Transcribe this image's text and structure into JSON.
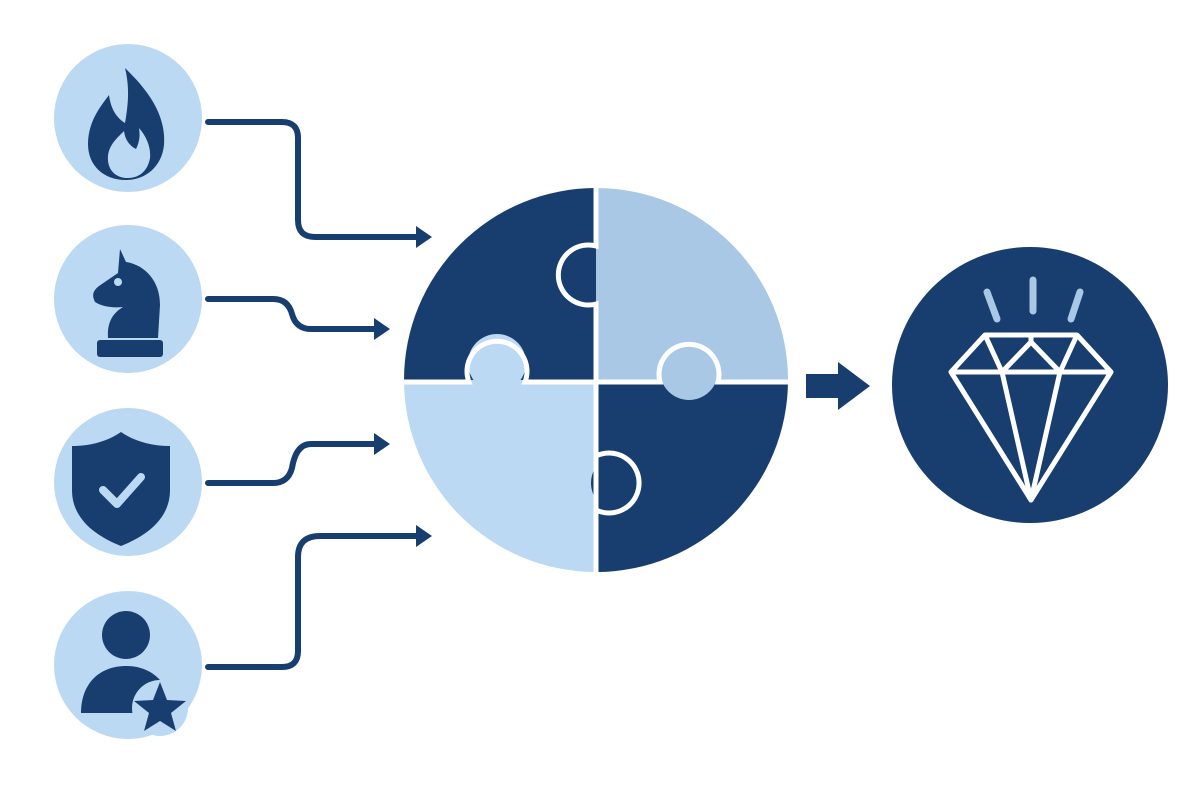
{
  "colors": {
    "background": "#ffffff",
    "dark_navy": "#173e6e",
    "light_blue": "#bcd9f3",
    "medium_blue": "#a8c8e6",
    "icon_circle": "#bcd9f3",
    "separator": "#ffffff",
    "sparkle": "#a8c8e6"
  },
  "inputs": [
    {
      "id": "fire",
      "icon": "fire-icon"
    },
    {
      "id": "chess-knight",
      "icon": "chess-knight-icon"
    },
    {
      "id": "shield-check",
      "icon": "shield-check-icon"
    },
    {
      "id": "user-star",
      "icon": "user-star-icon"
    }
  ],
  "puzzle": {
    "icon": "puzzle-circle-icon",
    "pieces": [
      {
        "position": "top-left",
        "color": "dark_navy"
      },
      {
        "position": "top-right",
        "color": "medium_blue"
      },
      {
        "position": "bottom-left",
        "color": "light_blue"
      },
      {
        "position": "bottom-right",
        "color": "dark_navy"
      }
    ]
  },
  "output": {
    "icon": "diamond-icon"
  }
}
